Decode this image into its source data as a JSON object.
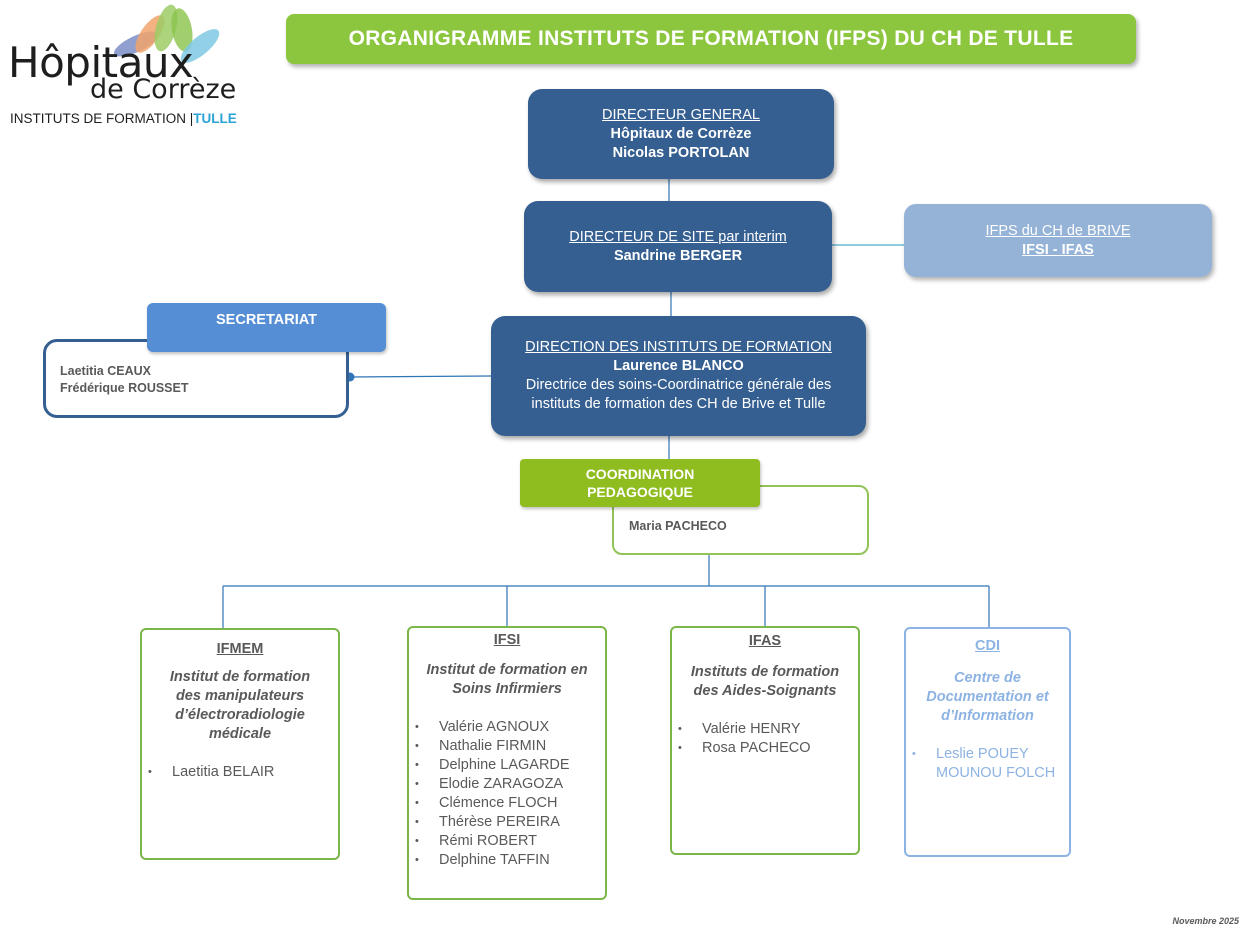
{
  "logo": {
    "line1": "Hôpitaux",
    "line2": "de Corrèze",
    "line3_left": "INSTITUTS DE FORMATION",
    "line3_sep": "|",
    "line3_right": "TULLE"
  },
  "title": "ORGANIGRAMME INSTITUTS DE FORMATION (IFPS) DU CH DE TULLE",
  "directeur_general": {
    "role": "DIRECTEUR GENERAL",
    "org": "Hôpitaux de Corrèze",
    "name": "Nicolas PORTOLAN"
  },
  "directeur_site": {
    "role": "DIRECTEUR DE SITE par interim",
    "name": "Sandrine BERGER"
  },
  "ifps_brive": {
    "line1": "IFPS du CH de BRIVE",
    "line2": "IFSI - IFAS"
  },
  "direction_instituts": {
    "role": "DIRECTION DES INSTITUTS DE FORMATION",
    "name": "Laurence BLANCO",
    "desc1": "Directrice des soins-Coordinatrice générale des",
    "desc2": "instituts de formation des CH de Brive et Tulle"
  },
  "secretariat": {
    "title": "SECRETARIAT",
    "names": [
      "Laetitia CEAUX",
      "Frédérique ROUSSET"
    ]
  },
  "coordination": {
    "title1": "COORDINATION",
    "title2": "PEDAGOGIQUE",
    "name": "Maria PACHECO"
  },
  "ifmem": {
    "title": "IFMEM",
    "desc": [
      "Institut de formation",
      "des manipulateurs",
      "d’électroradiologie",
      "médicale"
    ],
    "members": [
      "Laetitia BELAIR"
    ]
  },
  "ifsi": {
    "title": "IFSI",
    "desc": [
      "Institut de formation en",
      "Soins Infirmiers"
    ],
    "members": [
      "Valérie AGNOUX",
      "Nathalie FIRMIN",
      "Delphine LAGARDE",
      "Elodie ZARAGOZA",
      "Clémence FLOCH",
      "Thérèse PEREIRA",
      "Rémi ROBERT",
      "Delphine TAFFIN"
    ]
  },
  "ifas": {
    "title": "IFAS",
    "desc": [
      "Instituts de formation",
      "des Aides-Soignants"
    ],
    "members": [
      "Valérie HENRY",
      "Rosa PACHECO"
    ]
  },
  "cdi": {
    "title": "CDI",
    "desc": [
      "Centre de",
      "Documentation et",
      "d’Information"
    ],
    "members": [
      "Leslie POUEY",
      "MOUNOU FOLCH"
    ]
  },
  "footer": "Novembre 2025",
  "colors": {
    "dark_blue": "#355f91",
    "light_blue": "#95b3d7",
    "green": "#8cc63f",
    "accent_cyan": "#2aa3d6"
  }
}
